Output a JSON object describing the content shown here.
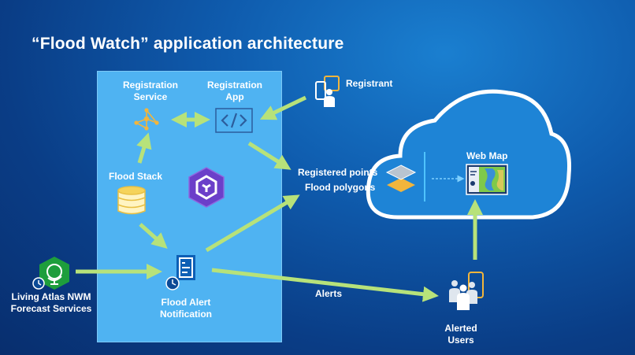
{
  "title": "“Flood Watch” application architecture",
  "nodes": {
    "registration_service": [
      "Registration",
      "Service"
    ],
    "registration_app": [
      "Registration",
      "App"
    ],
    "registrant": "Registrant",
    "flood_stack": "Flood Stack",
    "registered_points": "Registered points",
    "flood_polygons": "Flood polygons",
    "web_map": "Web Map",
    "living_atlas": [
      "Living Atlas NWM",
      "Forecast Services"
    ],
    "flood_alert": [
      "Flood Alert",
      "Notification"
    ],
    "alerts": "Alerts",
    "alerted_users": [
      "Alerted",
      "Users"
    ]
  },
  "icons": {
    "registration_service": "network-nodes-icon",
    "registration_app": "code-icon",
    "registrant": "person-device-icon",
    "flood_stack": "database-icon",
    "platform": "hexagon-logo-icon",
    "layers": "layers-icon",
    "web_map": "map-icon",
    "living_atlas": "globe-badge-icon",
    "flood_alert": "notification-script-icon",
    "alerted_users": "users-device-icon"
  },
  "colors": {
    "background": "#0a3d86",
    "panel": "#4fb3f2",
    "arrow": "#b7e27a",
    "cloud": "#1e84d6",
    "cloud_outline": "#ffffff"
  }
}
